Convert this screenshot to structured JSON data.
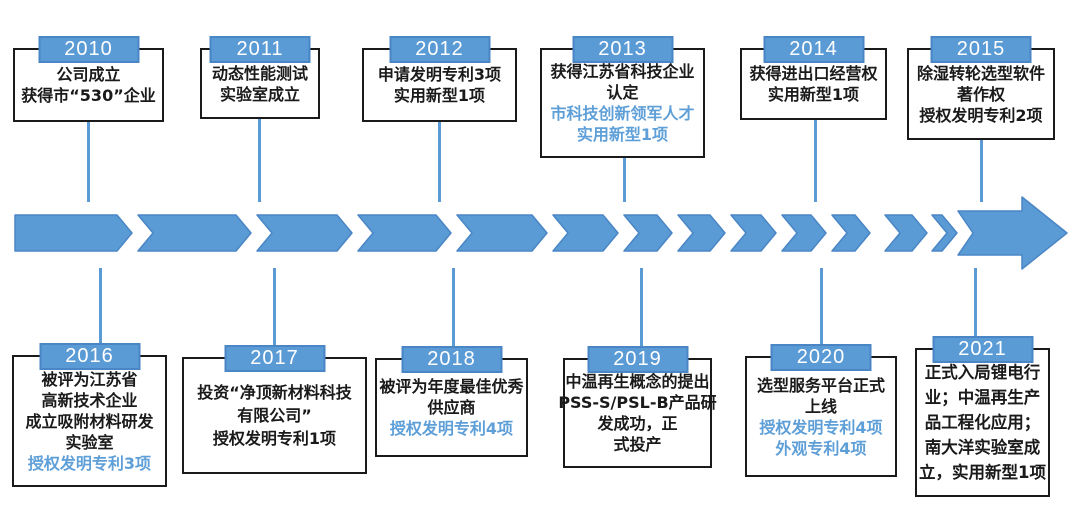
{
  "colors": {
    "accent": "#5b9bd5",
    "accent_border": "#4a86c5",
    "highlight": "#5e9fd8",
    "box_border": "#1a1a1a"
  },
  "timeline": {
    "direction": "left-to-right",
    "milestones": [
      {
        "year": "2010",
        "row": "top",
        "lines": [
          {
            "text": "公司成立",
            "highlight": false
          },
          {
            "text": "获得市“530”企业",
            "highlight": false
          }
        ]
      },
      {
        "year": "2011",
        "row": "top",
        "lines": [
          {
            "text": "动态性能测试",
            "highlight": false
          },
          {
            "text": "实验室成立",
            "highlight": false
          }
        ]
      },
      {
        "year": "2012",
        "row": "top",
        "lines": [
          {
            "text": "申请发明专利3项",
            "highlight": false
          },
          {
            "text": "实用新型1项",
            "highlight": false
          }
        ]
      },
      {
        "year": "2013",
        "row": "top",
        "lines": [
          {
            "text": "获得江苏省科技企业",
            "highlight": false
          },
          {
            "text": "认定",
            "highlight": false
          },
          {
            "text": "市科技创新领军人才",
            "highlight": true
          },
          {
            "text": "实用新型1项",
            "highlight": true
          }
        ]
      },
      {
        "year": "2014",
        "row": "top",
        "lines": [
          {
            "text": "获得进出口经营权",
            "highlight": false
          },
          {
            "text": "实用新型1项",
            "highlight": false
          }
        ]
      },
      {
        "year": "2015",
        "row": "top",
        "lines": [
          {
            "text": "除湿转轮选型软件",
            "highlight": false
          },
          {
            "text": "著作权",
            "highlight": false
          },
          {
            "text": "授权发明专利2项",
            "highlight": false
          }
        ]
      },
      {
        "year": "2016",
        "row": "bottom",
        "lines": [
          {
            "text": "被评为江苏省",
            "highlight": false
          },
          {
            "text": "高新技术企业",
            "highlight": false
          },
          {
            "text": "成立吸附材料研发",
            "highlight": false
          },
          {
            "text": "实验室",
            "highlight": false
          },
          {
            "text": "授权发明专利3项",
            "highlight": true
          }
        ]
      },
      {
        "year": "2017",
        "row": "bottom",
        "lines": [
          {
            "text": "投资“净顶新材料科技",
            "highlight": false
          },
          {
            "text": "有限公司”",
            "highlight": false
          },
          {
            "text": "授权发明专利1项",
            "highlight": false
          }
        ]
      },
      {
        "year": "2018",
        "row": "bottom",
        "lines": [
          {
            "text": "被评为年度最佳优秀",
            "highlight": false
          },
          {
            "text": "供应商",
            "highlight": false
          },
          {
            "text": "授权发明专利4项",
            "highlight": true
          }
        ]
      },
      {
        "year": "2019",
        "row": "bottom",
        "lines": [
          {
            "text": "中温再生概念的提出",
            "highlight": false
          },
          {
            "text": "PSS-S/PSL-B产品研",
            "highlight": false
          },
          {
            "text": "发成功，正",
            "highlight": false
          },
          {
            "text": "式投产",
            "highlight": false
          }
        ]
      },
      {
        "year": "2020",
        "row": "bottom",
        "lines": [
          {
            "text": "选型服务平台正式",
            "highlight": false
          },
          {
            "text": "上线",
            "highlight": false
          },
          {
            "text": "授权发明专利4项",
            "highlight": true
          },
          {
            "text": "外观专利4项",
            "highlight": true
          }
        ]
      },
      {
        "year": "2021",
        "row": "bottom",
        "lines": [
          {
            "text": "正式入局锂电行",
            "highlight": false
          },
          {
            "text": "业；中温再生产",
            "highlight": false
          },
          {
            "text": "品工程化应用；",
            "highlight": false
          },
          {
            "text": "南大洋实验室成",
            "highlight": false
          },
          {
            "text": "立，实用新型1项",
            "highlight": false
          }
        ]
      }
    ]
  }
}
